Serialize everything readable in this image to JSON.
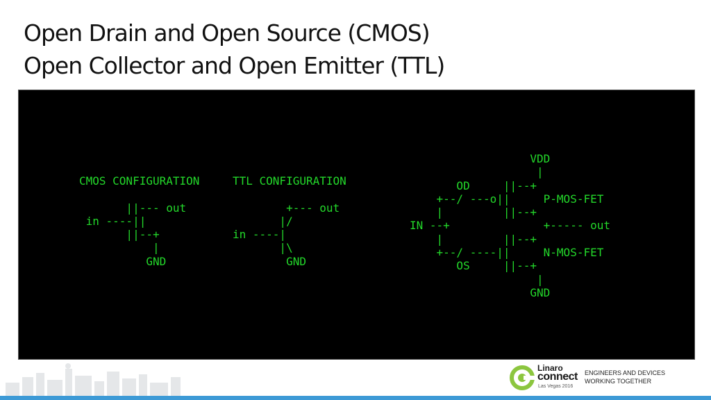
{
  "slide": {
    "title_line1": "Open Drain and Open Source (CMOS)",
    "title_line2": "Open Collector and Open Emitter (TTL)"
  },
  "terminal": {
    "text_color": "#23d82a",
    "background": "#000000",
    "cmos_diagram": "CMOS CONFIGURATION\n\n       ||--- out\n in ----||\n       ||--+\n           |\n          GND",
    "ttl_diagram": "TTL CONFIGURATION\n\n        +--- out\n       |/\nin ----|\n       |\\\n        GND",
    "od_os_diagram": "                  VDD\n                   |\n       OD     ||--+\n    +--/ ---o||     P-MOS-FET\n    |         ||--+\nIN --+              +----- out\n    |         ||--+\n    +--/ ----||     N-MOS-FET\n       OS     ||--+\n                   |\n                  GND"
  },
  "footer": {
    "logo_word1": "Linaro",
    "logo_word2": "connect",
    "logo_word3": "Las Vegas 2016",
    "tagline_line1": "ENGINEERS AND DEVICES",
    "tagline_line2": "WORKING TOGETHER",
    "accent_color": "#3d9ad6",
    "logo_green": "#8cc63f"
  }
}
